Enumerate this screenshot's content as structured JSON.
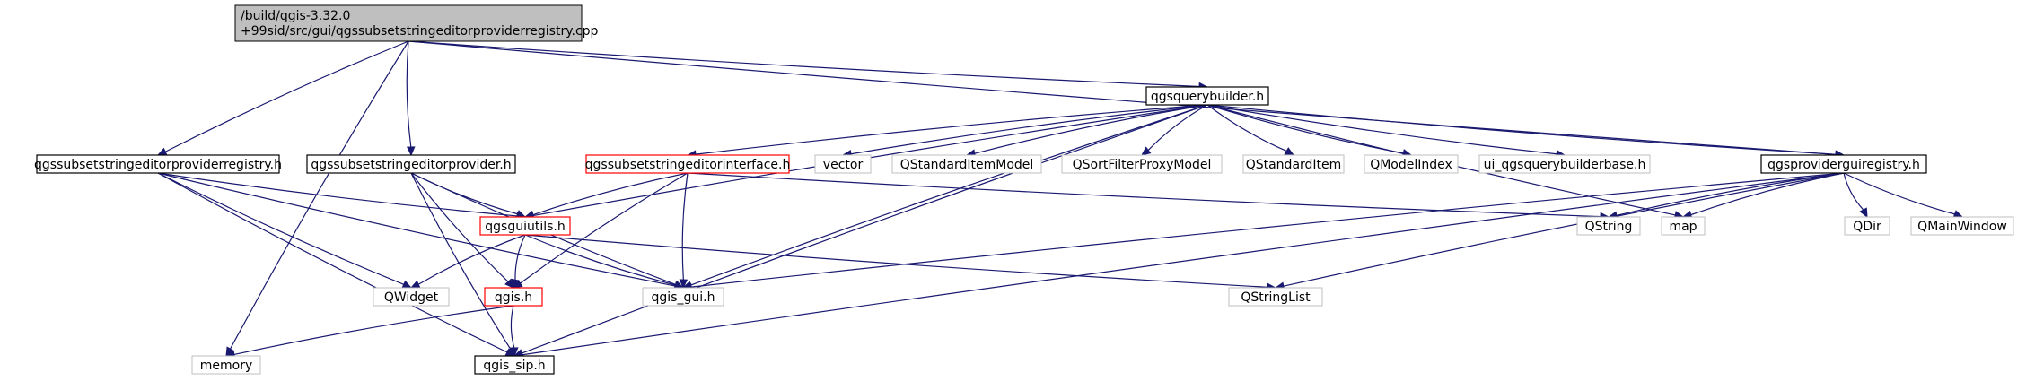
{
  "nodes": [
    {
      "id": "root",
      "lines": [
        "/build/qgis-3.32.0",
        "+99sid/src/gui/qgssubsetstringeditorproviderregistry.cpp"
      ],
      "style": "main"
    },
    {
      "id": "queryb",
      "lines": [
        "qgsquerybuilder.h"
      ],
      "style": "black"
    },
    {
      "id": "regh",
      "lines": [
        "qgssubsetstringeditorproviderregistry.h"
      ],
      "style": "black"
    },
    {
      "id": "provh",
      "lines": [
        "qgssubsetstringeditorprovider.h"
      ],
      "style": "black"
    },
    {
      "id": "ifaceh",
      "lines": [
        "qgssubsetstringeditorinterface.h"
      ],
      "style": "red"
    },
    {
      "id": "vector",
      "lines": [
        "vector"
      ],
      "style": "gray"
    },
    {
      "id": "qsim",
      "lines": [
        "QStandardItemModel"
      ],
      "style": "gray"
    },
    {
      "id": "qsfpm",
      "lines": [
        "QSortFilterProxyModel"
      ],
      "style": "gray"
    },
    {
      "id": "qsi",
      "lines": [
        "QStandardItem"
      ],
      "style": "gray"
    },
    {
      "id": "qmi",
      "lines": [
        "QModelIndex"
      ],
      "style": "gray"
    },
    {
      "id": "uiqb",
      "lines": [
        "ui_qgsquerybuilderbase.h"
      ],
      "style": "gray"
    },
    {
      "id": "pgr",
      "lines": [
        "qgsproviderguiregistry.h"
      ],
      "style": "black"
    },
    {
      "id": "guiutils",
      "lines": [
        "qgsguiutils.h"
      ],
      "style": "red"
    },
    {
      "id": "qstring",
      "lines": [
        "QString"
      ],
      "style": "gray"
    },
    {
      "id": "map",
      "lines": [
        "map"
      ],
      "style": "gray"
    },
    {
      "id": "qdir",
      "lines": [
        "QDir"
      ],
      "style": "gray"
    },
    {
      "id": "qmainwin",
      "lines": [
        "QMainWindow"
      ],
      "style": "gray"
    },
    {
      "id": "qwidget",
      "lines": [
        "QWidget"
      ],
      "style": "gray"
    },
    {
      "id": "qgish",
      "lines": [
        "qgis.h"
      ],
      "style": "red"
    },
    {
      "id": "qgisgui",
      "lines": [
        "qgis_gui.h"
      ],
      "style": "gray"
    },
    {
      "id": "qstrlist",
      "lines": [
        "QStringList"
      ],
      "style": "gray"
    },
    {
      "id": "memory",
      "lines": [
        "memory"
      ],
      "style": "gray"
    },
    {
      "id": "sip",
      "lines": [
        "qgis_sip.h"
      ],
      "style": "black"
    }
  ],
  "edges": [
    [
      "root",
      "memory"
    ],
    [
      "root",
      "regh"
    ],
    [
      "root",
      "provh"
    ],
    [
      "root",
      "queryb"
    ],
    [
      "root",
      "pgr"
    ],
    [
      "queryb",
      "guiutils"
    ],
    [
      "queryb",
      "ifaceh"
    ],
    [
      "queryb",
      "vector"
    ],
    [
      "queryb",
      "qsim"
    ],
    [
      "queryb",
      "qsfpm"
    ],
    [
      "queryb",
      "qsi"
    ],
    [
      "queryb",
      "qmi"
    ],
    [
      "queryb",
      "uiqb"
    ],
    [
      "queryb",
      "pgr"
    ],
    [
      "queryb",
      "map"
    ],
    [
      "queryb",
      "qgisgui"
    ],
    [
      "queryb",
      "sip"
    ],
    [
      "regh",
      "guiutils"
    ],
    [
      "regh",
      "qwidget"
    ],
    [
      "regh",
      "qgisgui"
    ],
    [
      "regh",
      "sip"
    ],
    [
      "provh",
      "guiutils"
    ],
    [
      "provh",
      "qgish"
    ],
    [
      "provh",
      "qgisgui"
    ],
    [
      "provh",
      "sip"
    ],
    [
      "ifaceh",
      "guiutils"
    ],
    [
      "ifaceh",
      "qgish"
    ],
    [
      "ifaceh",
      "qgisgui"
    ],
    [
      "ifaceh",
      "qstring"
    ],
    [
      "guiutils",
      "qwidget"
    ],
    [
      "guiutils",
      "qgish"
    ],
    [
      "guiutils",
      "qgisgui"
    ],
    [
      "guiutils",
      "qstrlist"
    ],
    [
      "qgish",
      "memory"
    ],
    [
      "qgish",
      "sip"
    ],
    [
      "pgr",
      "qstring"
    ],
    [
      "pgr",
      "map"
    ],
    [
      "pgr",
      "qdir"
    ],
    [
      "pgr",
      "qmainwin"
    ],
    [
      "pgr",
      "qgisgui"
    ],
    [
      "pgr",
      "qstrlist"
    ],
    [
      "pgr",
      "sip"
    ]
  ]
}
